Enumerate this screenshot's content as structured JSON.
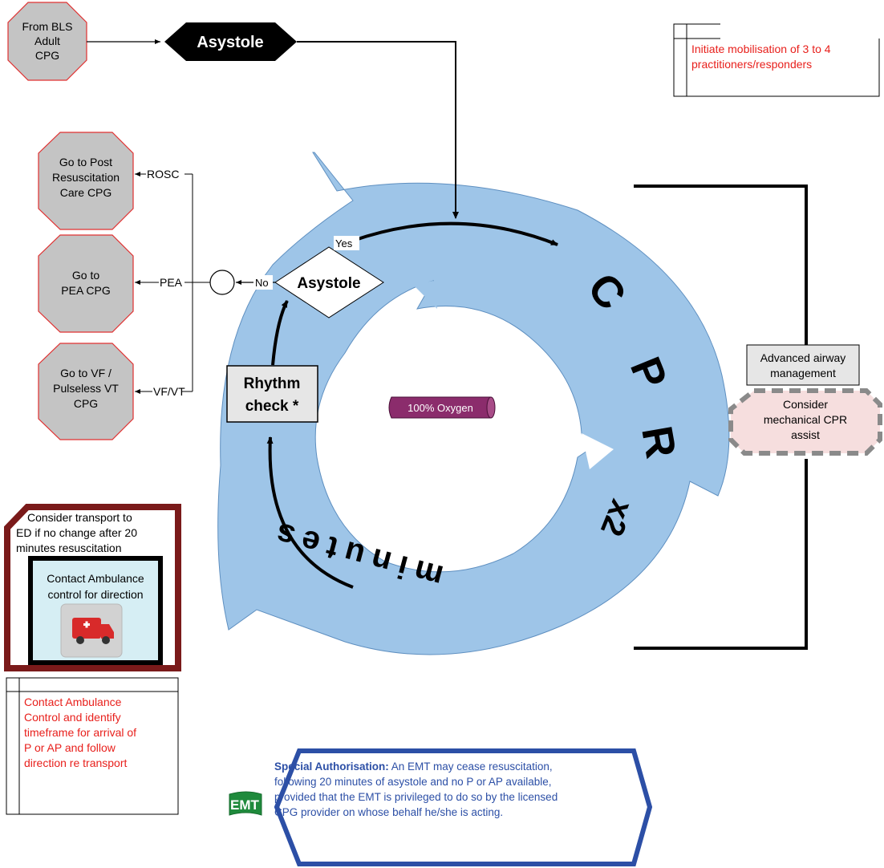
{
  "start": {
    "line1": "From BLS",
    "line2": "Adult",
    "line3": "CPG"
  },
  "asystole_banner": "Asystole",
  "mobilisation": {
    "line1": "Initiate mobilisation of 3 to 4",
    "line2": "practitioners/responders"
  },
  "post_resus": {
    "line1": "Go to Post",
    "line2": "Resuscitation",
    "line3": "Care CPG"
  },
  "pea_cpg": {
    "line1": "Go to",
    "line2": "PEA CPG"
  },
  "vf_cpg": {
    "line1": "Go to VF /",
    "line2": "Pulseless VT",
    "line3": "CPG"
  },
  "branch_labels": {
    "rosc": "ROSC",
    "pea": "PEA",
    "vfvt": "VF/VT"
  },
  "decision": {
    "label": "Asystole",
    "yes": "Yes",
    "no": "No"
  },
  "rhythm_check": {
    "line1": "Rhythm",
    "line2": "check *"
  },
  "oxygen": "100% Oxygen",
  "cycle": {
    "c": "C",
    "p": "P",
    "r": "R",
    "x2": "x2",
    "minutes": "minutes"
  },
  "airway": {
    "line1": "Advanced airway",
    "line2": "management"
  },
  "mech_cpr": {
    "line1": "Consider",
    "line2": "mechanical CPR",
    "line3": "assist"
  },
  "transport": {
    "line1": "Consider transport to",
    "line2": "ED if no change after 20",
    "line3": "minutes resuscitation",
    "contact1": "Contact Ambulance",
    "contact2": "control for direction"
  },
  "ambulance_note": {
    "line1": "Contact Ambulance",
    "line2": "Control and identify",
    "line3": "timeframe for arrival of",
    "line4": "P or AP and follow",
    "line5": "direction re transport"
  },
  "special": {
    "badge": "EMT",
    "heading": "Special Authorisation:",
    "line1": " An EMT may cease resuscitation,",
    "line2": "following 20 minutes of asystole and no P or AP available,",
    "line3": "provided that the EMT is privileged to do so by the licensed",
    "line4": "CPG provider on whose behalf he/she is acting."
  },
  "colors": {
    "cycle_fill": "#9ec5e8",
    "octagon_fill": "#c4c4c4",
    "octagon_border": "#e03030",
    "red_text": "#e8201c",
    "oxygen_fill": "#8b2c6c",
    "transport_border": "#7a1a1a",
    "contact_fill": "#d6eef4",
    "authorisation_blue": "#2c4fa6",
    "emt_green": "#1f8a3c",
    "mech_fill": "#f6dede"
  }
}
